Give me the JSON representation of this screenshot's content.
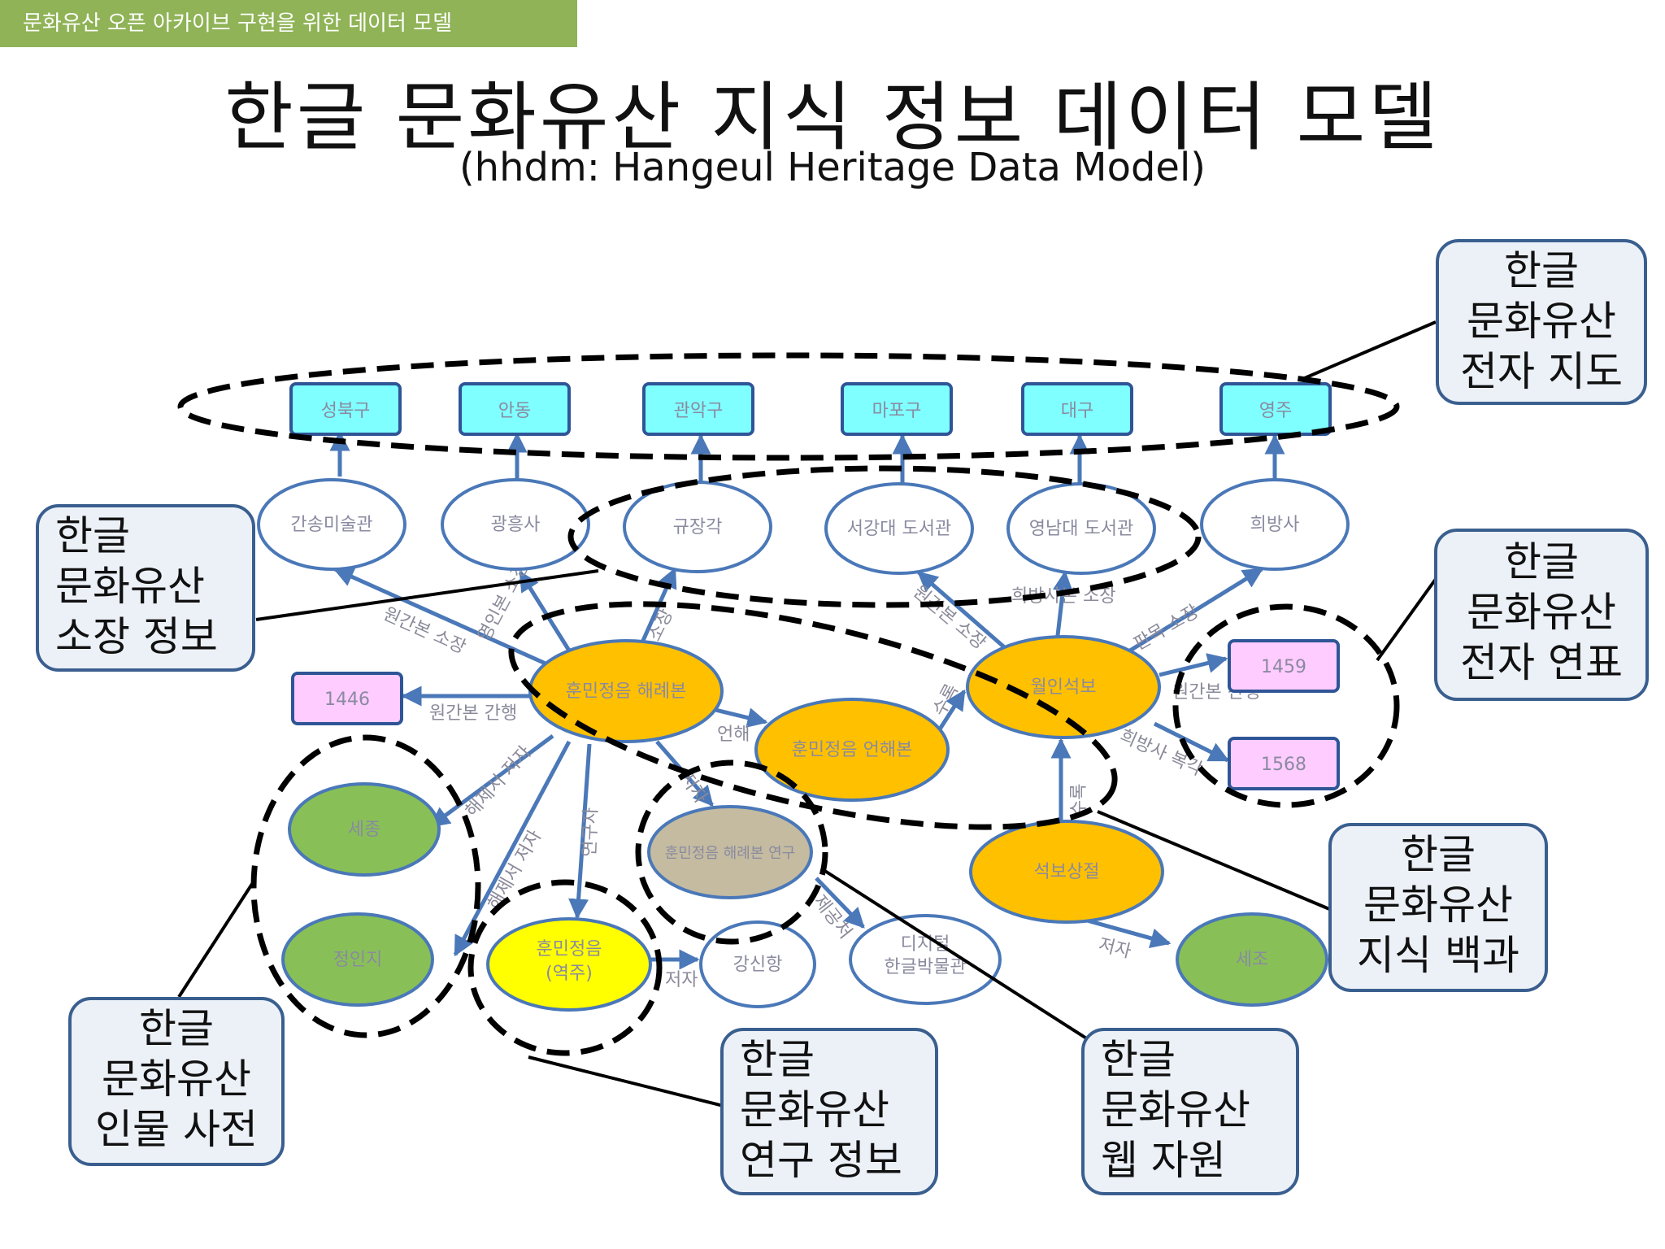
{
  "header": {
    "bar_text": "문화유산 오픈 아카이브 구현을 위한 데이터 모델",
    "title": "한글 문화유산 지식 정보 데이터 모델",
    "subtitle": "(hhdm: Hangeul Heritage Data Model)"
  },
  "nodes": {
    "seongbukgu": "성북구",
    "andong": "안동",
    "gwanakgu": "관악구",
    "mapogu": "마포구",
    "daegu": "대구",
    "yeongju": "영주",
    "gansong": "간송미술관",
    "gwangheungsa": "광흥사",
    "kyujanggak": "규장각",
    "sogang": "서강대 도서관",
    "yeungnam": "영남대 도서관",
    "huibangsa": "희방사",
    "haerye": "훈민정음 해례본",
    "eonhae": "훈민정음 언해본",
    "worin": "월인석보",
    "year1446": "1446",
    "year1459": "1459",
    "year1568": "1568",
    "sejong": "세종",
    "jeonginji": "정인지",
    "research_gray": "훈민정음 해례본 연구",
    "yeokju_1": "훈민정음",
    "yeokju_2": "(역주)",
    "gangsinhang": "강신항",
    "digital_1": "디지털",
    "digital_2": "한글박물관",
    "seokbo": "석보상절",
    "sejo": "세조"
  },
  "edges": {
    "e1": "원간본 소장",
    "e2": "영인본 소장",
    "e3": "소장",
    "e4": "원간본 소장",
    "e5": "희방사본 소장",
    "e6": "판목 소장",
    "e7": "원간본 간행",
    "e8": "원간본 간행",
    "e9": "희방사 복각",
    "e10": "언해",
    "e11": "수록",
    "e12": "수록",
    "e13": "해제서 저자",
    "e14": "해제서 저자",
    "e15": "연구자",
    "e16": "저자",
    "e17": "저자",
    "e18": "제공처",
    "e19": "저자"
  },
  "callouts": {
    "map": "한글\n문화유산\n전자 지도",
    "holding": "한글\n문화유산\n소장 정보",
    "timeline": "한글\n문화유산\n전자 연표",
    "encyclopedia": "한글\n문화유산\n지식 백과",
    "person": "한글\n문화유산\n인물 사전",
    "research": "한글\n문화유산\n연구 정보",
    "web": "한글\n문화유산\n웹 자원"
  },
  "colors": {
    "topbar": "#8fb356",
    "location_fill": "#7fffff",
    "node_stroke": "#4a78b8",
    "work_fill": "#ffc000",
    "year_fill": "#ffccff",
    "person_fill": "#88c057",
    "yeokju_fill": "#ffff00",
    "research_fill": "#c4bba0",
    "callout_fill": "#ecf1f8",
    "callout_border": "#3a5f8f"
  }
}
